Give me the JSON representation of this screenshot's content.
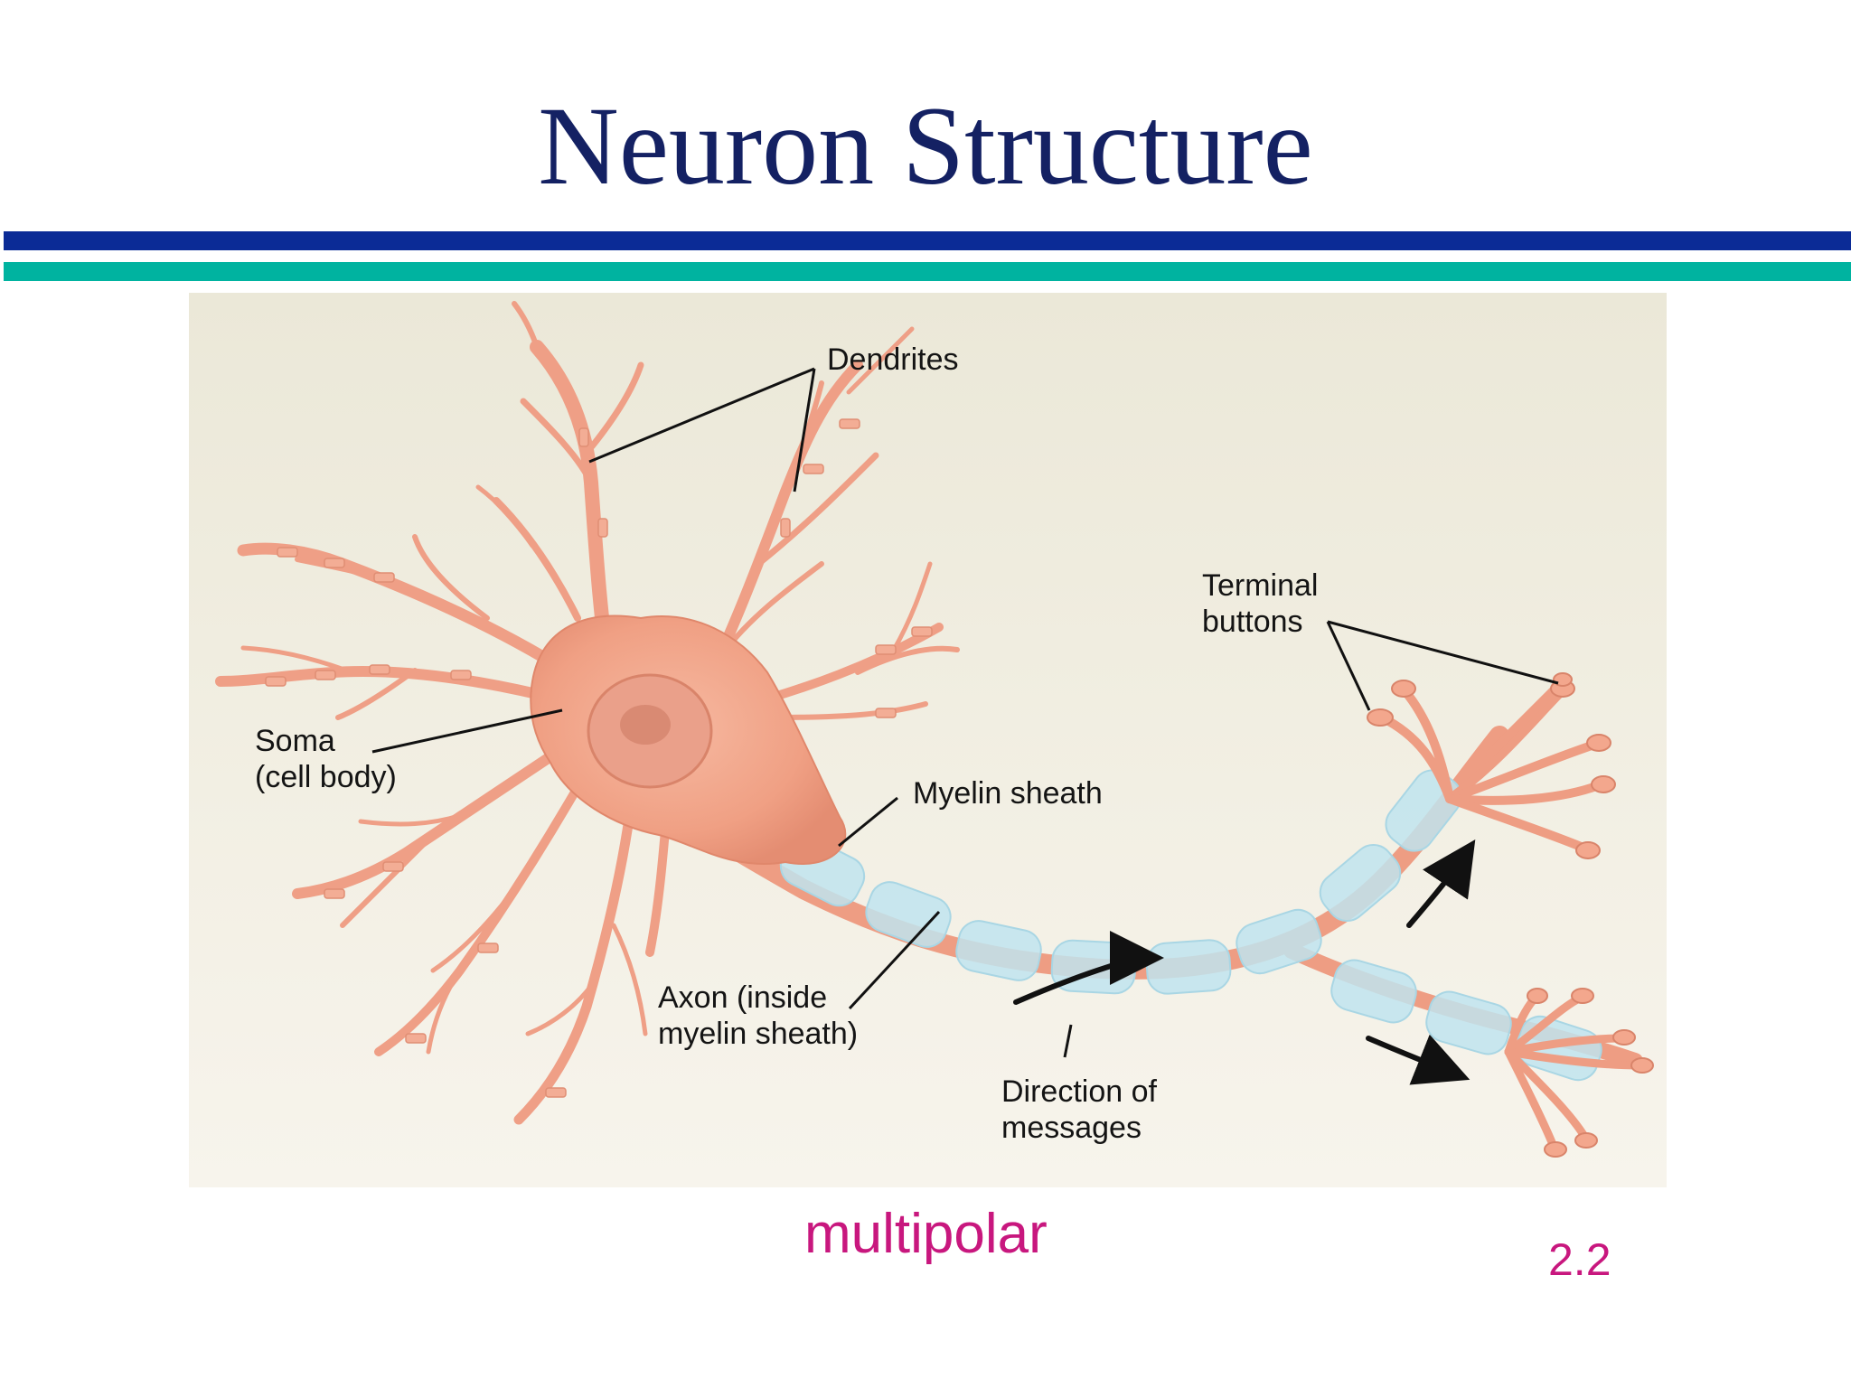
{
  "slide": {
    "title": "Neuron Structure",
    "caption": "multipolar",
    "page_number": "2.2"
  },
  "colors": {
    "title": "#142163",
    "rule_navy": "#0b2b96",
    "rule_teal": "#00b3a0",
    "caption": "#c8177e",
    "neuron": "#f0a48a",
    "myelin": "#bfe4ef",
    "figure_background": "#efece0"
  },
  "diagram": {
    "labels": {
      "dendrites": "Dendrites",
      "terminal_buttons_line1": "Terminal",
      "terminal_buttons_line2": "buttons",
      "soma_line1": "Soma",
      "soma_line2": "(cell body)",
      "myelin_sheath": "Myelin sheath",
      "axon_line1": "Axon (inside",
      "axon_line2": "myelin sheath)",
      "direction_line1": "Direction of",
      "direction_line2": "messages"
    }
  }
}
